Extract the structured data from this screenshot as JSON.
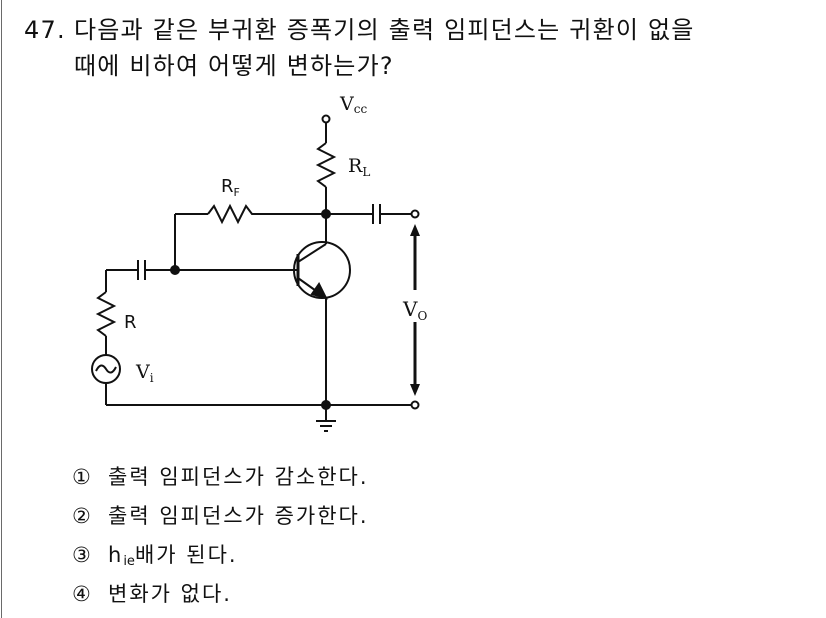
{
  "question": {
    "number": "47.",
    "line1": "다음과 같은 부귀환 증폭기의 출력 임피던스는 귀환이 없을",
    "line2": "때에 비하여 어떻게 변하는가?"
  },
  "circuit": {
    "labels": {
      "vcc": "V",
      "vcc_sub": "cc",
      "rl": "R",
      "rl_sub": "L",
      "rf": "R",
      "rf_sub": "F",
      "r": "R",
      "vi": "V",
      "vi_sub": "i",
      "vo": "V",
      "vo_sub": "O"
    }
  },
  "options": [
    {
      "mark": "①",
      "text": "출력 임피던스가 감소한다."
    },
    {
      "mark": "②",
      "text": "출력 임피던스가 증가한다."
    },
    {
      "mark": "③",
      "prefix": "h",
      "prefix_sub": "ie",
      "text": "배가 된다."
    },
    {
      "mark": "④",
      "text": "변화가 없다."
    }
  ]
}
